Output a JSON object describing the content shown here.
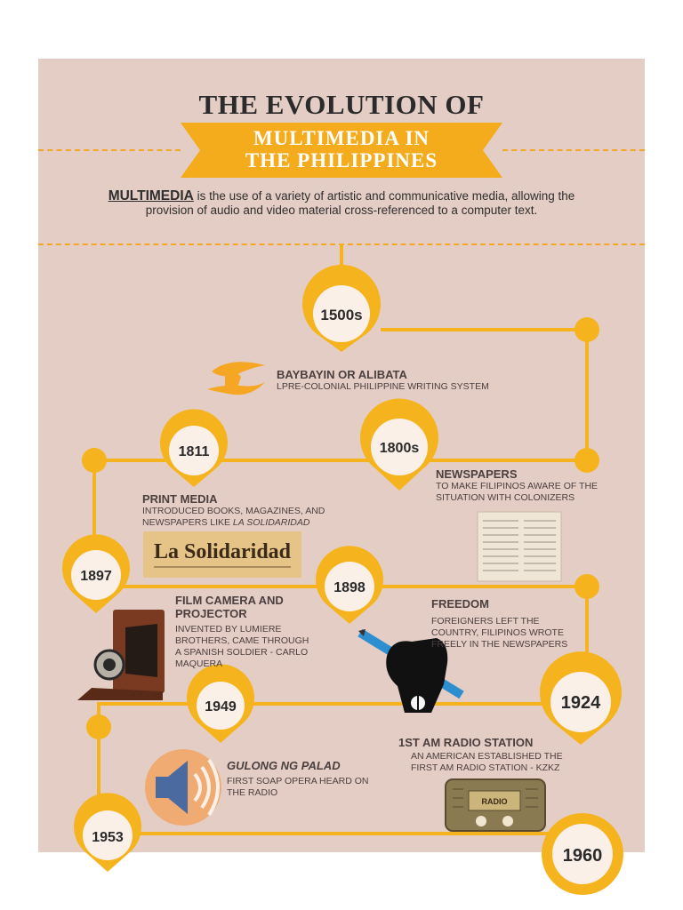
{
  "header": {
    "title": "THE EVOLUTION OF",
    "ribbon_line1": "MULTIMEDIA IN",
    "ribbon_line2": "THE PHILIPPINES"
  },
  "intro": {
    "term": "MULTIMEDIA",
    "definition": " is the use of a variety of artistic and communicative media, allowing the provision of audio and video material cross-referenced to a computer text."
  },
  "pins": {
    "p1500s": "1500s",
    "p1811": "1811",
    "p1800s": "1800s",
    "p1897": "1897",
    "p1898": "1898",
    "p1949": "1949",
    "p1924": "1924",
    "p1953": "1953",
    "p1960": "1960"
  },
  "events": {
    "baybayin": {
      "title": "BAYBAYIN OR ALIBATA",
      "desc": "LPRE-COLONIAL PHILIPPINE WRITING SYSTEM"
    },
    "newspapers": {
      "title": "NEWSPAPERS",
      "desc1": "TO MAKE FILIPINOS AWARE OF THE",
      "desc2": "SITUATION WITH COLONIZERS"
    },
    "print_media": {
      "title": "PRINT MEDIA",
      "desc1": "INTRODUCED BOOKS, MAGAZINES, AND",
      "desc2_prefix": "NEWSPAPERS LIKE ",
      "desc2_em": "LA SOLIDARIDAD"
    },
    "film": {
      "title1": "FILM CAMERA AND",
      "title2": "PROJECTOR",
      "desc1": "INVENTED BY LUMIERE",
      "desc2": "BROTHERS, CAME THROUGH",
      "desc3": "A SPANISH SOLDIER - CARLO",
      "desc4": "MAQUERA"
    },
    "freedom": {
      "title": "FREEDOM",
      "desc1": "FOREIGNERS LEFT THE",
      "desc2": "COUNTRY, FILIPINOS WROTE",
      "desc3": "FREELY IN THE NEWSPAPERS"
    },
    "gulong": {
      "title": "GULONG NG PALAD",
      "desc1": "FIRST SOAP OPERA HEARD ON",
      "desc2": "THE RADIO"
    },
    "radio": {
      "title": "1ST AM RADIO STATION",
      "desc1": "AN AMERICAN ESTABLISHED THE",
      "desc2": "FIRST AM RADIO STATION - KZKZ"
    }
  },
  "images": {
    "newspaper_masthead": "La Solidaridad",
    "radio_label": "RADIO"
  },
  "colors": {
    "background": "#e4cdc4",
    "accent": "#f5b41e",
    "text": "#2b2b2b"
  }
}
